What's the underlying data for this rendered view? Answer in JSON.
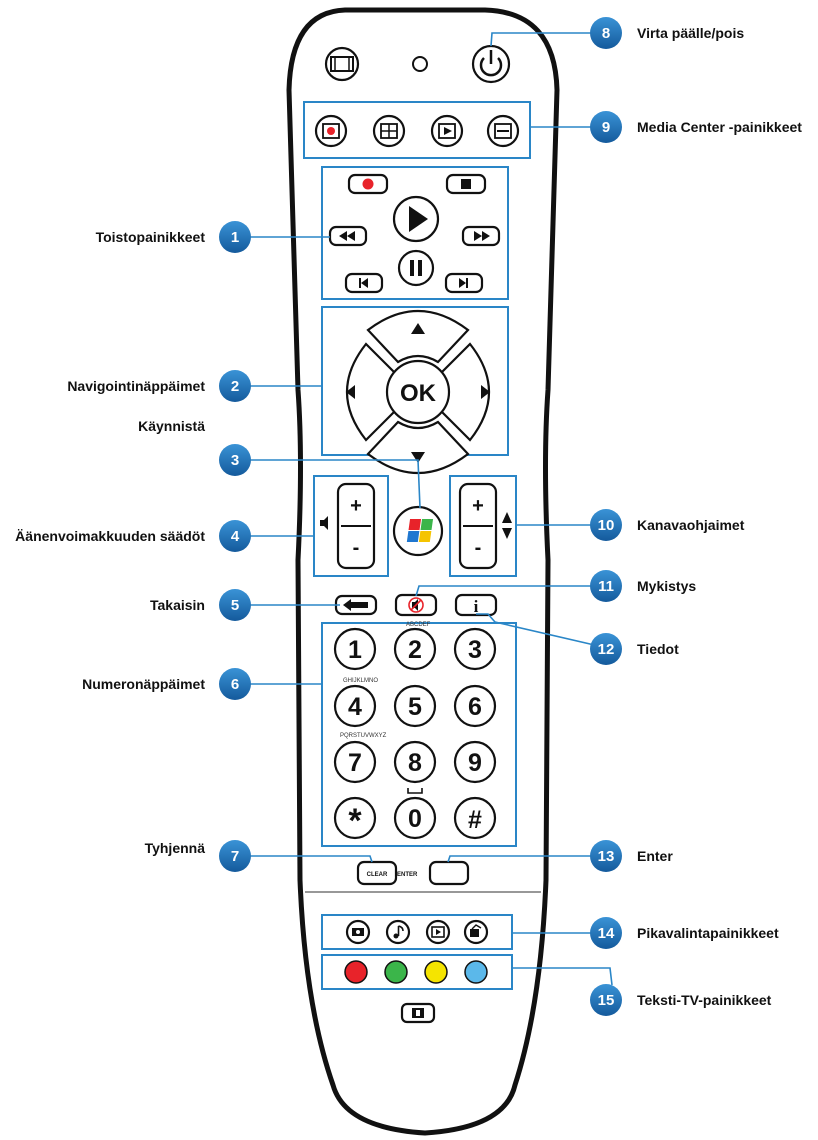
{
  "callouts": [
    {
      "num": "1",
      "label": "Toistopainikkeet"
    },
    {
      "num": "2",
      "label": "Navigointinäppäimet"
    },
    {
      "num": "3",
      "label": "Käynnistä"
    },
    {
      "num": "4",
      "label": "Äänenvoimakkuuden säädöt"
    },
    {
      "num": "5",
      "label": "Takaisin"
    },
    {
      "num": "6",
      "label": "Numeronäppäimet"
    },
    {
      "num": "7",
      "label": "Tyhjennä"
    },
    {
      "num": "8",
      "label": "Virta päälle/pois"
    },
    {
      "num": "9",
      "label": "Media Center -painikkeet"
    },
    {
      "num": "10",
      "label": "Kanavaohjaimet"
    },
    {
      "num": "11",
      "label": "Mykistys"
    },
    {
      "num": "12",
      "label": "Tiedot"
    },
    {
      "num": "13",
      "label": "Enter"
    },
    {
      "num": "14",
      "label": "Pikavalintapainikkeet"
    },
    {
      "num": "15",
      "label": "Teksti-TV-painikkeet"
    }
  ],
  "remote": {
    "ok_label": "OK",
    "plus": "+",
    "minus": "-",
    "info_glyph": "i",
    "digits": [
      "1",
      "2",
      "3",
      "4",
      "5",
      "6",
      "7",
      "8",
      "9",
      "*",
      "0",
      "#"
    ],
    "letter_hints": [
      "ABCDEF",
      "GHIJKLMNO",
      "PQRSTUVWXYZ"
    ],
    "clear_label": "CLEAR",
    "enter_label": "ENTER",
    "color_keys": [
      {
        "name": "red",
        "color": "#e8232a"
      },
      {
        "name": "green",
        "color": "#3bb54a"
      },
      {
        "name": "yellow",
        "color": "#f5e400"
      },
      {
        "name": "blue",
        "color": "#5bb8ea"
      }
    ]
  },
  "colors": {
    "accent": "#1a6fb5",
    "outline": "#2a86c7",
    "record": "#e8232a"
  }
}
